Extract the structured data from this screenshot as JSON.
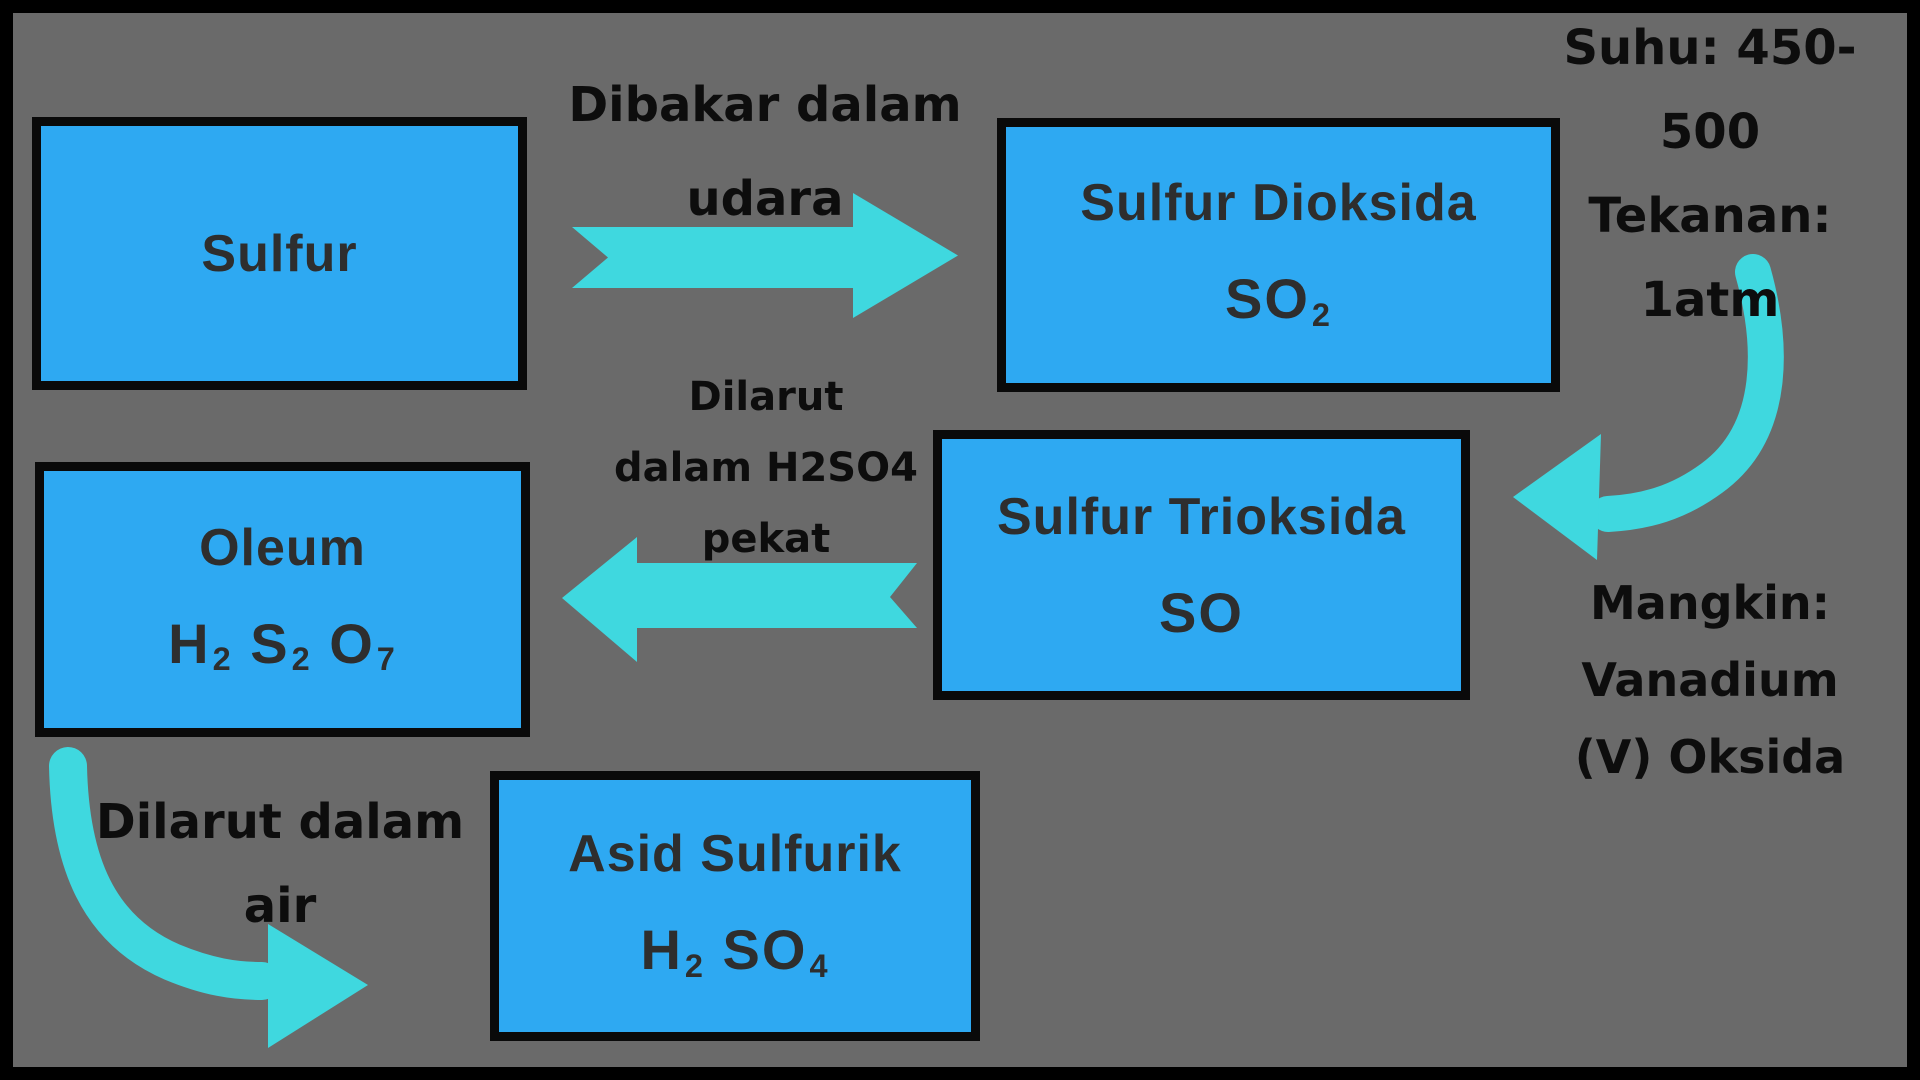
{
  "colors": {
    "background": "#6A6A6A",
    "frame": "#000000",
    "box_fill": "#2EA9F2",
    "box_border": "#0A0A0A",
    "arrow": "#3FD8DF",
    "box_text": "#2E2E2E",
    "label_text": "#0D0D0D"
  },
  "boxes": [
    {
      "name": "Sulfur",
      "formula": ""
    },
    {
      "name": "Sulfur Dioksida",
      "formula": "SO_2"
    },
    {
      "name": "Sulfur Trioksida",
      "formula": "SO"
    },
    {
      "name": "Oleum",
      "formula": "H_2 S_2 O_7"
    },
    {
      "name": "Asid Sulfurik",
      "formula": "H_2 SO_4"
    }
  ],
  "labels": {
    "burn": {
      "line1": "Dibakar dalam",
      "line2": "udara"
    },
    "dissolve_h2so4": {
      "line1": "Dilarut",
      "line2": "dalam H2SO4",
      "line3": "pekat"
    },
    "dissolve_air": {
      "line1": "Dilarut dalam",
      "line2": "air"
    },
    "conditions": {
      "line1": "Suhu: 450-",
      "line2": "500",
      "line3": "Tekanan:",
      "line4": "1atm"
    },
    "catalyst": {
      "line1": "Mangkin:",
      "line2": "Vanadium",
      "line3": "(V) Oksida"
    }
  },
  "arrows": [
    {
      "from": "Sulfur",
      "to": "Sulfur Dioksida",
      "direction": "right",
      "label": "Dibakar dalam udara"
    },
    {
      "from": "Sulfur Dioksida",
      "to": "Sulfur Trioksida",
      "direction": "curved-down-left",
      "label": "Suhu: 450-500 Tekanan: 1atm / Mangkin: Vanadium (V) Oksida"
    },
    {
      "from": "Sulfur Trioksida",
      "to": "Oleum",
      "direction": "left",
      "label": "Dilarut dalam H2SO4 pekat"
    },
    {
      "from": "Oleum",
      "to": "Asid Sulfurik",
      "direction": "curved-down-right",
      "label": "Dilarut dalam air"
    }
  ]
}
